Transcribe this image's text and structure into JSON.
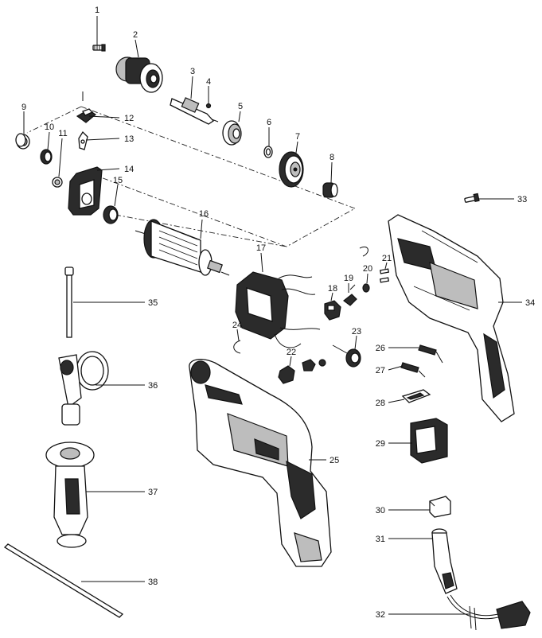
{
  "diagram": {
    "type": "exploded-parts-view",
    "callouts": [
      {
        "id": "1",
        "label": "1"
      },
      {
        "id": "2",
        "label": "2"
      },
      {
        "id": "3",
        "label": "3"
      },
      {
        "id": "4",
        "label": "4"
      },
      {
        "id": "5",
        "label": "5"
      },
      {
        "id": "6",
        "label": "6"
      },
      {
        "id": "7",
        "label": "7"
      },
      {
        "id": "8",
        "label": "8"
      },
      {
        "id": "9",
        "label": "9"
      },
      {
        "id": "10",
        "label": "10"
      },
      {
        "id": "11",
        "label": "11"
      },
      {
        "id": "12",
        "label": "12"
      },
      {
        "id": "13",
        "label": "13"
      },
      {
        "id": "14",
        "label": "14"
      },
      {
        "id": "15",
        "label": "15"
      },
      {
        "id": "16",
        "label": "16"
      },
      {
        "id": "17",
        "label": "17"
      },
      {
        "id": "18",
        "label": "18"
      },
      {
        "id": "19",
        "label": "19"
      },
      {
        "id": "20",
        "label": "20"
      },
      {
        "id": "21",
        "label": "21"
      },
      {
        "id": "22",
        "label": "22"
      },
      {
        "id": "23",
        "label": "23"
      },
      {
        "id": "24",
        "label": "24"
      },
      {
        "id": "25",
        "label": "25"
      },
      {
        "id": "26",
        "label": "26"
      },
      {
        "id": "27",
        "label": "27"
      },
      {
        "id": "28",
        "label": "28"
      },
      {
        "id": "29",
        "label": "29"
      },
      {
        "id": "30",
        "label": "30"
      },
      {
        "id": "31",
        "label": "31"
      },
      {
        "id": "32",
        "label": "32"
      },
      {
        "id": "33",
        "label": "33"
      },
      {
        "id": "34",
        "label": "34"
      },
      {
        "id": "35",
        "label": "35"
      },
      {
        "id": "36",
        "label": "36"
      },
      {
        "id": "37",
        "label": "37"
      },
      {
        "id": "38",
        "label": "38"
      }
    ],
    "parts": [
      {
        "callout": "1",
        "icon": "screw-icon"
      },
      {
        "callout": "2",
        "icon": "drill-chuck-icon"
      },
      {
        "callout": "3",
        "icon": "spindle-shaft-icon"
      },
      {
        "callout": "4",
        "icon": "pin-icon"
      },
      {
        "callout": "5",
        "icon": "ball-bearing-icon"
      },
      {
        "callout": "6",
        "icon": "retaining-ring-icon"
      },
      {
        "callout": "7",
        "icon": "gear-icon"
      },
      {
        "callout": "8",
        "icon": "pinion-icon"
      },
      {
        "callout": "9",
        "icon": "washer-icon"
      },
      {
        "callout": "10",
        "icon": "bearing-icon"
      },
      {
        "callout": "11",
        "icon": "washer-icon"
      },
      {
        "callout": "12",
        "icon": "switch-knob-icon"
      },
      {
        "callout": "13",
        "icon": "lever-plate-icon"
      },
      {
        "callout": "14",
        "icon": "gear-housing-icon"
      },
      {
        "callout": "15",
        "icon": "bearing-icon"
      },
      {
        "callout": "16",
        "icon": "armature-rotor-icon"
      },
      {
        "callout": "17",
        "icon": "stator-field-icon"
      },
      {
        "callout": "18",
        "icon": "brush-holder-icon"
      },
      {
        "callout": "19",
        "icon": "carbon-brush-icon"
      },
      {
        "callout": "20",
        "icon": "spring-icon"
      },
      {
        "callout": "21",
        "icon": "screw-pair-icon"
      },
      {
        "callout": "22",
        "icon": "brush-holder-icon"
      },
      {
        "callout": "23",
        "icon": "bearing-icon"
      },
      {
        "callout": "24",
        "icon": "clip-icon"
      },
      {
        "callout": "25",
        "icon": "housing-left-icon"
      },
      {
        "callout": "26",
        "icon": "wire-terminal-icon"
      },
      {
        "callout": "27",
        "icon": "wire-terminal-icon"
      },
      {
        "callout": "28",
        "icon": "slide-button-icon"
      },
      {
        "callout": "29",
        "icon": "trigger-switch-icon"
      },
      {
        "callout": "30",
        "icon": "cable-clamp-icon"
      },
      {
        "callout": "31",
        "icon": "cable-sleeve-icon"
      },
      {
        "callout": "32",
        "icon": "power-cord-plug-icon"
      },
      {
        "callout": "33",
        "icon": "screw-icon"
      },
      {
        "callout": "34",
        "icon": "housing-right-icon"
      },
      {
        "callout": "35",
        "icon": "depth-rod-icon"
      },
      {
        "callout": "36",
        "icon": "handle-clamp-icon"
      },
      {
        "callout": "37",
        "icon": "side-handle-icon"
      },
      {
        "callout": "38",
        "icon": "drill-bit-rod-icon"
      }
    ]
  }
}
